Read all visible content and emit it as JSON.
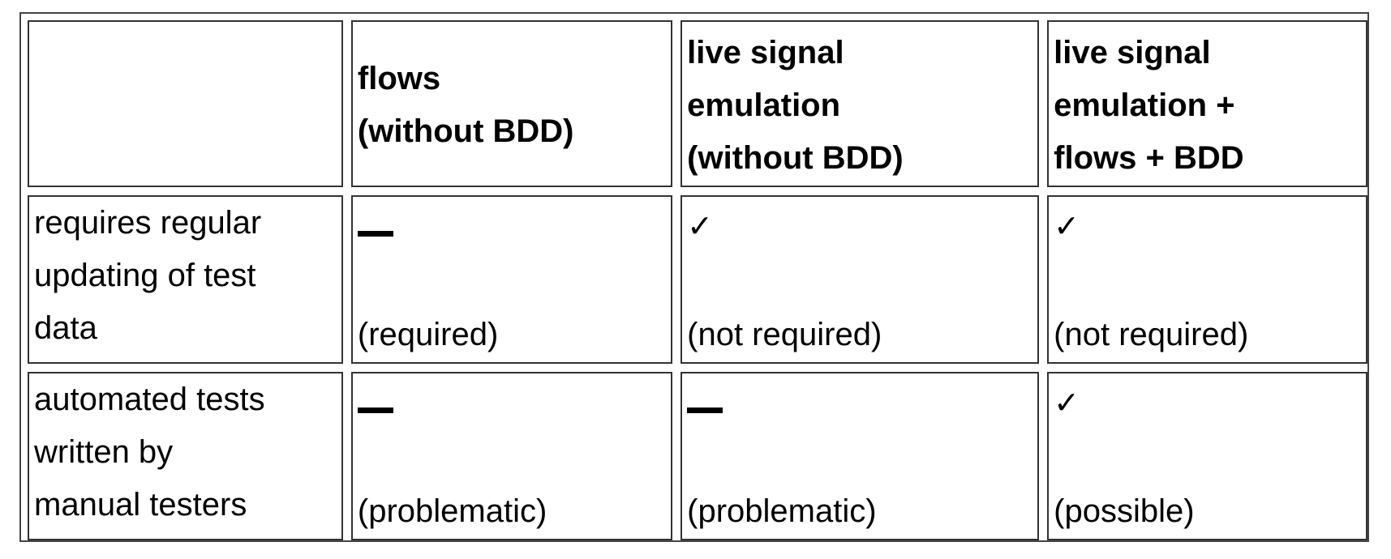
{
  "table": {
    "headers": [
      "",
      "flows\n(without BDD)",
      "live signal\nemulation\n(without BDD)",
      "live signal\nemulation +\nflows + BDD"
    ],
    "header_lines": [
      [],
      [
        "flows",
        "(without BDD)"
      ],
      [
        "live signal",
        "emulation",
        "(without BDD)"
      ],
      [
        "live signal",
        "emulation +",
        "flows + BDD"
      ]
    ],
    "rows": [
      {
        "label_lines": [
          "requires regular",
          "updating of test",
          "data"
        ],
        "cells": [
          {
            "mark": "dash",
            "symbol": "—",
            "note": "(required)"
          },
          {
            "mark": "check",
            "symbol": "✓",
            "note": "(not required)"
          },
          {
            "mark": "check",
            "symbol": "✓",
            "note": "(not required)"
          }
        ]
      },
      {
        "label_lines": [
          "automated tests",
          "written by",
          "manual testers"
        ],
        "cells": [
          {
            "mark": "dash",
            "symbol": "—",
            "note": "(problematic)"
          },
          {
            "mark": "dash",
            "symbol": "—",
            "note": "(problematic)"
          },
          {
            "mark": "check",
            "symbol": "✓",
            "note": "(possible)"
          }
        ]
      }
    ]
  }
}
